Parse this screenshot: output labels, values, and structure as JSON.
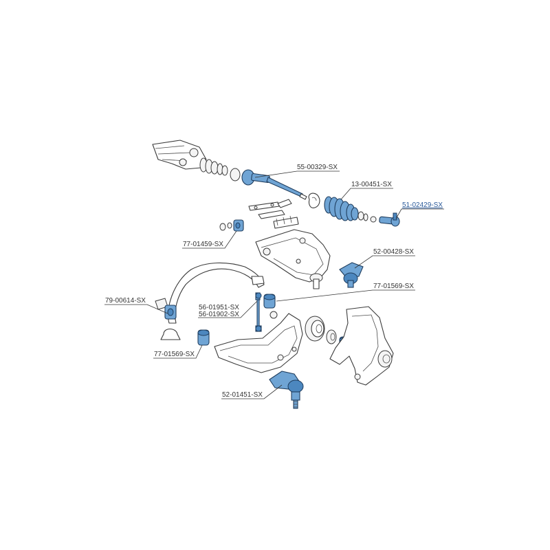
{
  "colors": {
    "highlight": "#6fa4d4",
    "highlight_dark": "#4c87bf",
    "outline": "#3a3a3a",
    "link": "#2a5a9a"
  },
  "callouts": [
    {
      "id": "55-00329",
      "label": "55-00329-SX",
      "link": false
    },
    {
      "id": "13-00451",
      "label": "13-00451-SX",
      "link": false
    },
    {
      "id": "51-02429",
      "label": "51-02429-SX",
      "link": true
    },
    {
      "id": "77-01459",
      "label": "77-01459-SX",
      "link": false
    },
    {
      "id": "52-00428",
      "label": "52-00428-SX",
      "link": false
    },
    {
      "id": "79-00614",
      "label": "79-00614-SX",
      "link": false
    },
    {
      "id": "56-01951",
      "label": "56-01951-SX",
      "link": false
    },
    {
      "id": "56-01902",
      "label": "56-01902-SX",
      "link": false
    },
    {
      "id": "77-01569-a",
      "label": "77-01569-SX",
      "link": false
    },
    {
      "id": "77-01569-b",
      "label": "77-01569-SX",
      "link": false
    },
    {
      "id": "52-01451",
      "label": "52-01451-SX",
      "link": false
    }
  ]
}
